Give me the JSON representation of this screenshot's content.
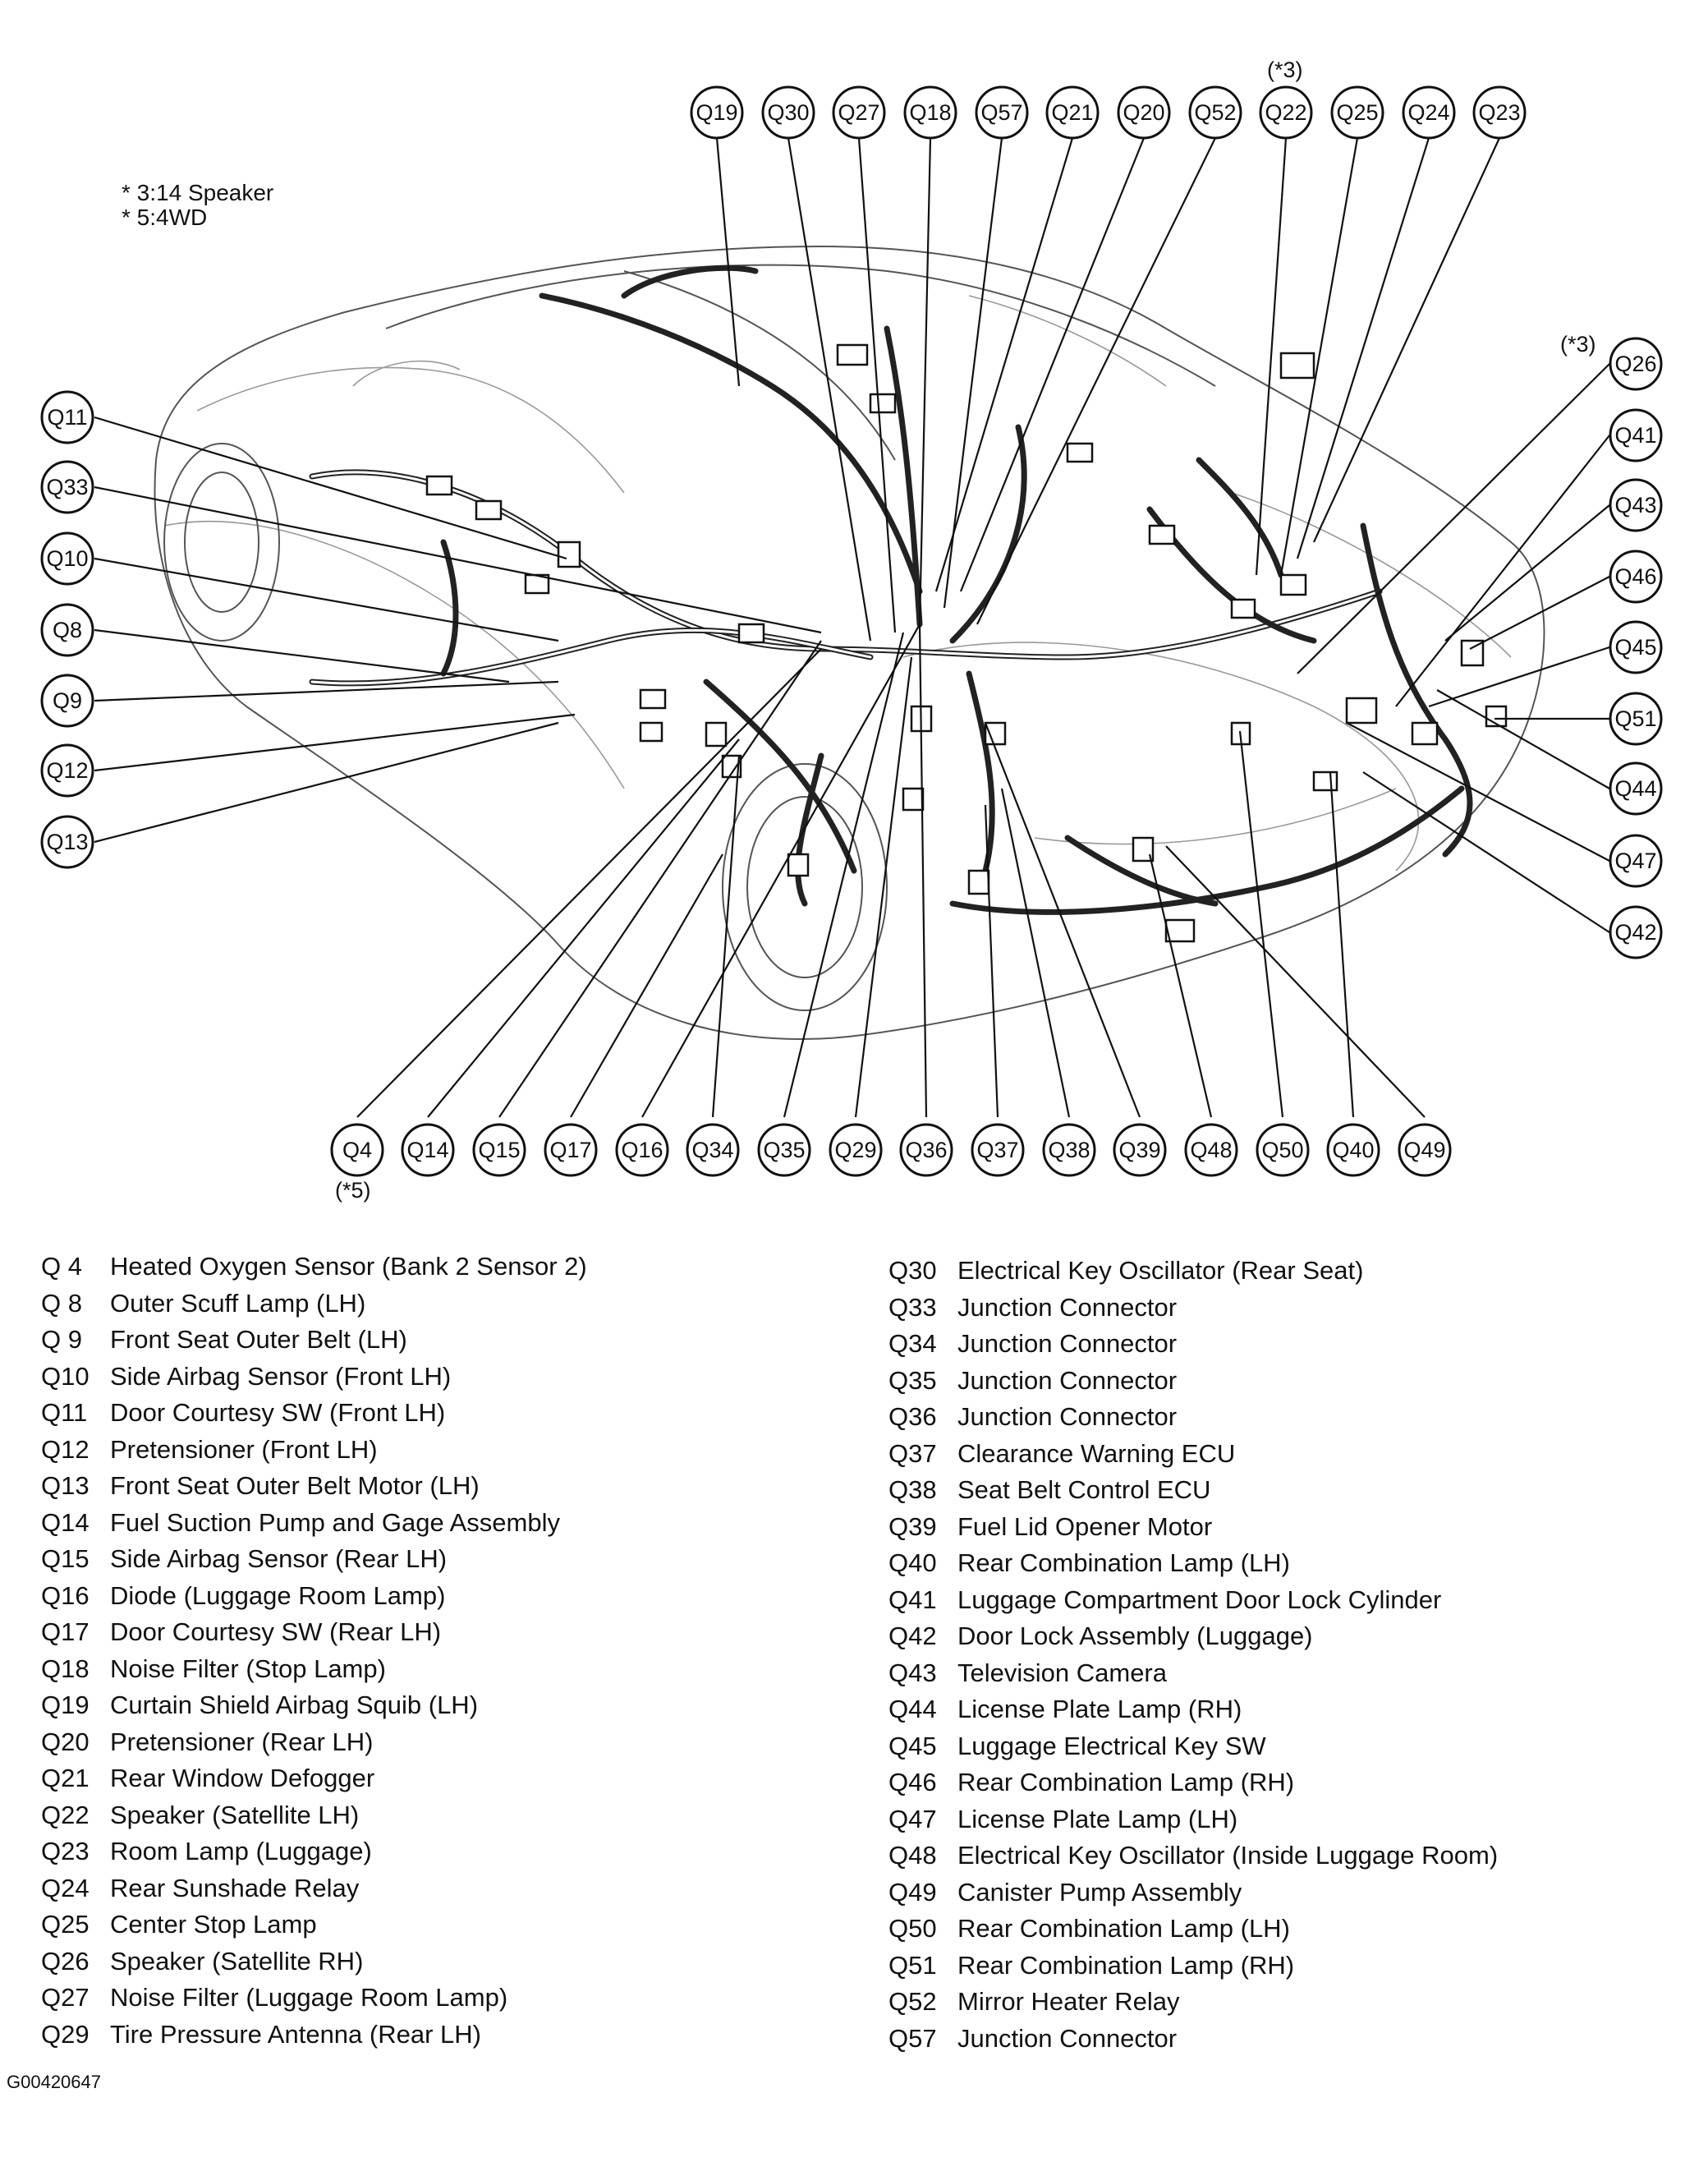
{
  "notes": [
    "* 3:14 Speaker",
    "* 5:4WD"
  ],
  "star_notes": {
    "q22": "(*3)",
    "q26": "(*3)",
    "q4": "(*5)"
  },
  "image_id": "G00420647",
  "callouts": {
    "Q19": "Q19",
    "Q30": "Q30",
    "Q27": "Q27",
    "Q18": "Q18",
    "Q57": "Q57",
    "Q21": "Q21",
    "Q20": "Q20",
    "Q52": "Q52",
    "Q22": "Q22",
    "Q25": "Q25",
    "Q24": "Q24",
    "Q23": "Q23",
    "Q26": "Q26",
    "Q41": "Q41",
    "Q43": "Q43",
    "Q46": "Q46",
    "Q45": "Q45",
    "Q51": "Q51",
    "Q44": "Q44",
    "Q47": "Q47",
    "Q42": "Q42",
    "Q11": "Q11",
    "Q33": "Q33",
    "Q10": "Q10",
    "Q8": "Q8",
    "Q9": "Q9",
    "Q12": "Q12",
    "Q13": "Q13",
    "Q4": "Q4",
    "Q14": "Q14",
    "Q15": "Q15",
    "Q17": "Q17",
    "Q16": "Q16",
    "Q34": "Q34",
    "Q35": "Q35",
    "Q29": "Q29",
    "Q36": "Q36",
    "Q37": "Q37",
    "Q38": "Q38",
    "Q39": "Q39",
    "Q48": "Q48",
    "Q50": "Q50",
    "Q40": "Q40",
    "Q49": "Q49"
  },
  "legend_left": [
    {
      "code": "Q  4",
      "name": "Heated Oxygen Sensor (Bank 2 Sensor 2)"
    },
    {
      "code": "Q  8",
      "name": "Outer Scuff Lamp (LH)"
    },
    {
      "code": "Q  9",
      "name": "Front Seat Outer Belt (LH)"
    },
    {
      "code": "Q10",
      "name": "Side Airbag Sensor (Front LH)"
    },
    {
      "code": "Q11",
      "name": "Door Courtesy SW (Front LH)"
    },
    {
      "code": "Q12",
      "name": "Pretensioner (Front LH)"
    },
    {
      "code": "Q13",
      "name": "Front Seat Outer Belt Motor (LH)"
    },
    {
      "code": "Q14",
      "name": "Fuel Suction Pump and Gage Assembly"
    },
    {
      "code": "Q15",
      "name": "Side Airbag Sensor (Rear LH)"
    },
    {
      "code": "Q16",
      "name": "Diode (Luggage Room Lamp)"
    },
    {
      "code": "Q17",
      "name": "Door Courtesy SW (Rear LH)"
    },
    {
      "code": "Q18",
      "name": "Noise Filter (Stop Lamp)"
    },
    {
      "code": "Q19",
      "name": "Curtain Shield Airbag Squib (LH)"
    },
    {
      "code": "Q20",
      "name": "Pretensioner (Rear LH)"
    },
    {
      "code": "Q21",
      "name": "Rear Window Defogger"
    },
    {
      "code": "Q22",
      "name": "Speaker (Satellite LH)"
    },
    {
      "code": "Q23",
      "name": "Room Lamp (Luggage)"
    },
    {
      "code": "Q24",
      "name": "Rear Sunshade Relay"
    },
    {
      "code": "Q25",
      "name": "Center Stop Lamp"
    },
    {
      "code": "Q26",
      "name": "Speaker (Satellite RH)"
    },
    {
      "code": "Q27",
      "name": "Noise Filter (Luggage Room Lamp)"
    },
    {
      "code": "Q29",
      "name": "Tire Pressure Antenna (Rear LH)"
    }
  ],
  "legend_right": [
    {
      "code": "Q30",
      "name": "Electrical Key Oscillator (Rear Seat)"
    },
    {
      "code": "Q33",
      "name": "Junction Connector"
    },
    {
      "code": "Q34",
      "name": "Junction Connector"
    },
    {
      "code": "Q35",
      "name": "Junction Connector"
    },
    {
      "code": "Q36",
      "name": "Junction Connector"
    },
    {
      "code": "Q37",
      "name": "Clearance Warning ECU"
    },
    {
      "code": "Q38",
      "name": "Seat Belt Control ECU"
    },
    {
      "code": "Q39",
      "name": "Fuel Lid Opener Motor"
    },
    {
      "code": "Q40",
      "name": "Rear Combination Lamp (LH)"
    },
    {
      "code": "Q41",
      "name": "Luggage Compartment Door Lock Cylinder"
    },
    {
      "code": "Q42",
      "name": "Door Lock Assembly (Luggage)"
    },
    {
      "code": "Q43",
      "name": "Television Camera"
    },
    {
      "code": "Q44",
      "name": "License Plate Lamp (RH)"
    },
    {
      "code": "Q45",
      "name": "Luggage Electrical Key SW"
    },
    {
      "code": "Q46",
      "name": "Rear Combination Lamp (RH)"
    },
    {
      "code": "Q47",
      "name": "License Plate Lamp (LH)"
    },
    {
      "code": "Q48",
      "name": "Electrical Key Oscillator (Inside Luggage Room)"
    },
    {
      "code": "Q49",
      "name": "Canister Pump Assembly"
    },
    {
      "code": "Q50",
      "name": "Rear Combination Lamp (LH)"
    },
    {
      "code": "Q51",
      "name": "Rear Combination Lamp (RH)"
    },
    {
      "code": "Q52",
      "name": "Mirror Heater Relay"
    },
    {
      "code": "Q57",
      "name": "Junction Connector"
    }
  ]
}
